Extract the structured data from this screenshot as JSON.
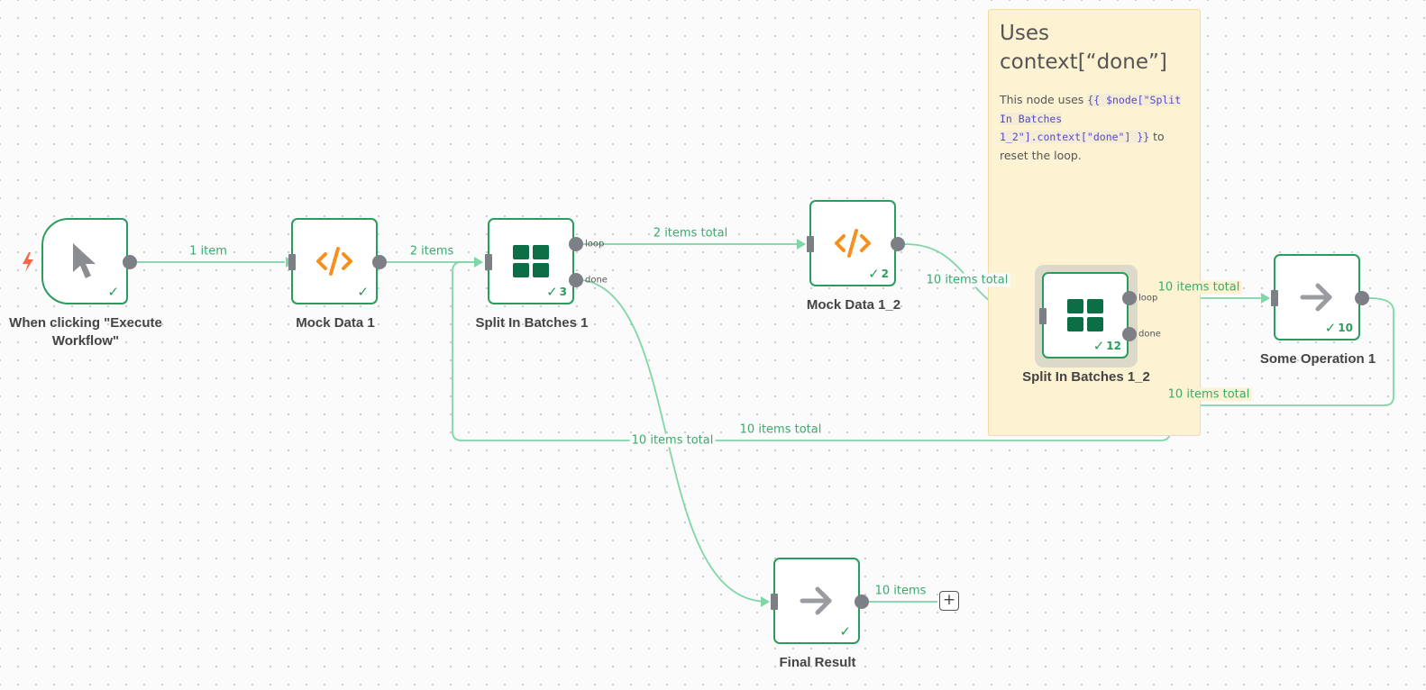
{
  "sticky_note": {
    "title": "Uses context[“done”]",
    "text_before": "This node uses ",
    "code": "{{ $node[\"Split In Batches 1_2\"].context[\"done\"] }}",
    "text_after": " to reset the loop."
  },
  "nodes": {
    "trigger": {
      "label": "When clicking \"Execute Workflow\"",
      "icon": "cursor-icon",
      "status": ""
    },
    "mock1": {
      "label": "Mock Data 1",
      "icon": "code-icon",
      "status": ""
    },
    "split1": {
      "label": "Split In Batches 1",
      "icon": "grid-icon",
      "status": "3"
    },
    "mock12": {
      "label": "Mock Data 1_2",
      "icon": "code-icon",
      "status": "2"
    },
    "split12": {
      "label": "Split In Batches 1_2",
      "icon": "grid-icon",
      "status": "12"
    },
    "someop": {
      "label": "Some Operation 1",
      "icon": "arrow-right-icon",
      "status": "10"
    },
    "final": {
      "label": "Final Result",
      "icon": "arrow-right-icon",
      "status": ""
    }
  },
  "ports": {
    "loop": "loop",
    "done": "done"
  },
  "edges": {
    "e1": "1 item",
    "e2": "2 items",
    "e3": "2 items total",
    "e4": "10 items total",
    "e5": "10 items total",
    "e6": "10 items total",
    "e7a": "10 items total",
    "e7b": "10 items total",
    "e8": "10 items"
  },
  "add_button": "+",
  "colors": {
    "success": "#2a9d5c",
    "edge": "#7fd6a6",
    "code_icon": "#f5901e",
    "grid_icon": "#0b6e45",
    "trigger_bolt": "#f36a4a",
    "sticky": "#fdf2d2"
  }
}
